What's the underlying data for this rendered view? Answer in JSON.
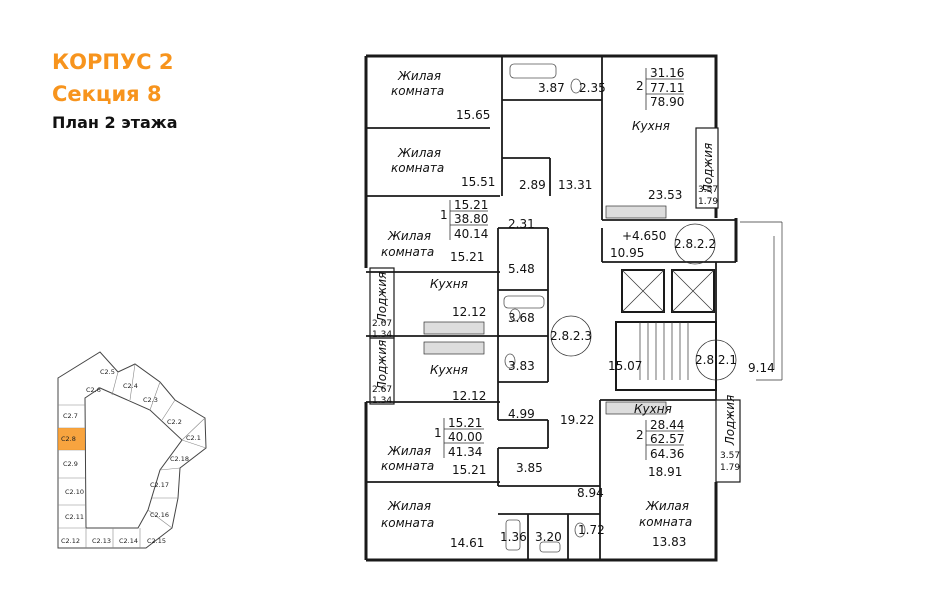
{
  "header": {
    "building": "КОРПУС 2",
    "section": "Секция 8",
    "floor_plan": "План 2 этажа"
  },
  "colors": {
    "accent": "#f7941d",
    "wall": "#1a1a1a",
    "highlight_section": "#f7941d"
  },
  "key_map": {
    "sections": [
      "C2.1",
      "C2.2",
      "C2.3",
      "C2.4",
      "C2.5",
      "C2.6",
      "C2.7",
      "C2.8",
      "C2.9",
      "C2.10",
      "C2.11",
      "C2.12",
      "C2.13",
      "C2.14",
      "C2.15",
      "C2.16",
      "C2.17",
      "C2.18"
    ],
    "active": "C2.8"
  },
  "plan": {
    "labels": {
      "living": "Жилая комната",
      "living_1": "Жилая",
      "living_2": "комната",
      "kitchen": "Кухня",
      "loggia": "Лоджия",
      "elevation": "+4.650"
    },
    "codes": {
      "c1": "2.8.2.1",
      "c2": "2.8.2.2",
      "c3": "2.8.2.3"
    },
    "apartments": [
      {
        "rooms": "2",
        "living": "31.16",
        "total": "77.11",
        "with_loggia": "78.90"
      },
      {
        "rooms": "1",
        "living": "15.21",
        "total": "38.80",
        "with_loggia": "40.14"
      },
      {
        "rooms": "1",
        "living": "15.21",
        "total": "40.00",
        "with_loggia": "41.34"
      },
      {
        "rooms": "2",
        "living": "28.44",
        "total": "62.57",
        "with_loggia": "64.36"
      }
    ],
    "areas": {
      "a1": "15.65",
      "a2": "3.87",
      "a3": "2.35",
      "a4": "15.51",
      "a5": "2.89",
      "a6": "13.31",
      "a7": "23.53",
      "a8": "3.57",
      "a9": "1.79",
      "a10": "2.31",
      "a11": "15.21",
      "a12": "10.95",
      "a13": "5.48",
      "a14": "2.67",
      "a15": "1.34",
      "a16": "12.12",
      "a17": "3.68",
      "a18": "3.83",
      "a19": "15.07",
      "a20": "9.14",
      "a21": "12.12",
      "a22": "2.67",
      "a23": "1.34",
      "a24": "4.99",
      "a25": "19.22",
      "a26": "15.21",
      "a27": "3.85",
      "a28": "18.91",
      "a29": "3.57",
      "a30": "1.79",
      "a31": "8.94",
      "a32": "14.61",
      "a33": "1.36",
      "a34": "3.20",
      "a35": "1.72",
      "a36": "13.83"
    }
  }
}
